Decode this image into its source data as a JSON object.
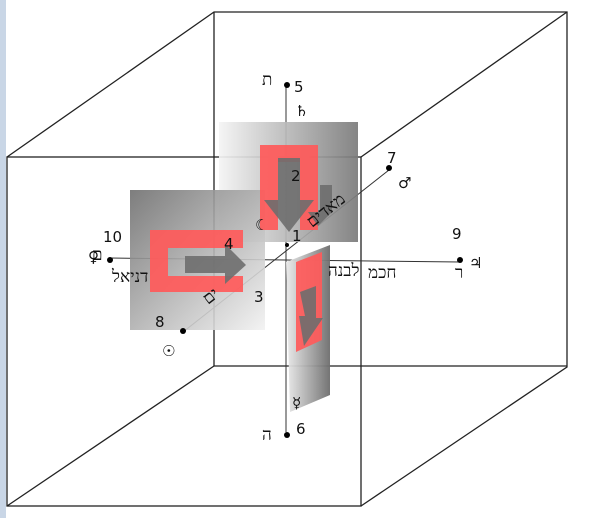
{
  "points": {
    "p1": "1",
    "p2": "2",
    "p3": "3",
    "p4": "4",
    "p5": "5",
    "p6": "6",
    "p7": "7",
    "p8": "8",
    "p9": "9",
    "p10": "10"
  },
  "hebrew_labels": {
    "top_letter": "ת",
    "bottom_letter": "ה",
    "right_letter": "ר",
    "left_letter": "ם",
    "mazal_right": "חכמ",
    "moon_word": "לבנה",
    "upper_word": "מאדים",
    "left_word": "דניאל",
    "left_inner_word": "ים"
  },
  "symbols": {
    "mars": "♂",
    "moon": "☾",
    "sun": "☉",
    "venus": "♀",
    "jupiter": "♃",
    "saturn": "♄",
    "mercury": "☿"
  },
  "colors": {
    "cube_line": "#222222",
    "panel_gray": "#8a8a8a",
    "highlight_red": "#ff5a5a",
    "arrow_gray": "#6e6e6e",
    "left_strip": "#c9d6e6"
  }
}
